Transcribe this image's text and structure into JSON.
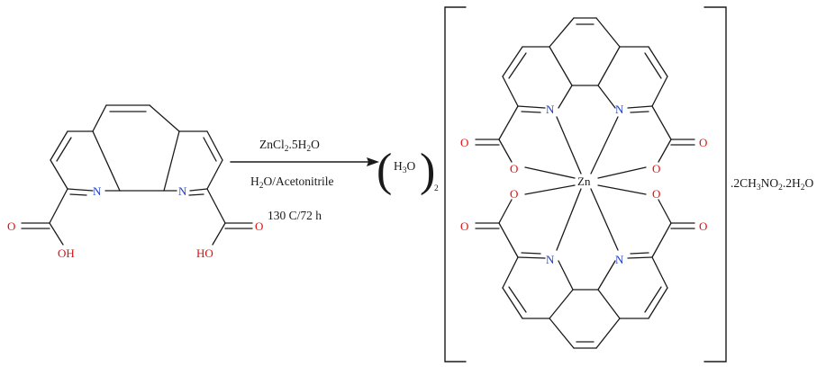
{
  "reagents": {
    "line1": {
      "a": "ZnCl",
      "s1": "2",
      "b": ".5H",
      "s2": "2",
      "c": "O"
    },
    "line2": {
      "a": "H",
      "s1": "2",
      "b": "O/Acetonitrile"
    },
    "line3": "130 C/72 h"
  },
  "product_prefix": {
    "a": "H",
    "s1": "3",
    "b": "O",
    "count": "2"
  },
  "product_suffix": {
    "a": ".2CH",
    "s1": "3",
    "b": "NO",
    "s2": "2",
    "c": ".2H",
    "s3": "2",
    "d": "O"
  },
  "atoms": {
    "N": "N",
    "O": "O",
    "OH": "OH",
    "HO": "HO",
    "Zn": "Zn"
  },
  "colors": {
    "nitrogen": "#1f3fd0",
    "oxygen": "#e01010",
    "bond": "#1a1a1a"
  }
}
